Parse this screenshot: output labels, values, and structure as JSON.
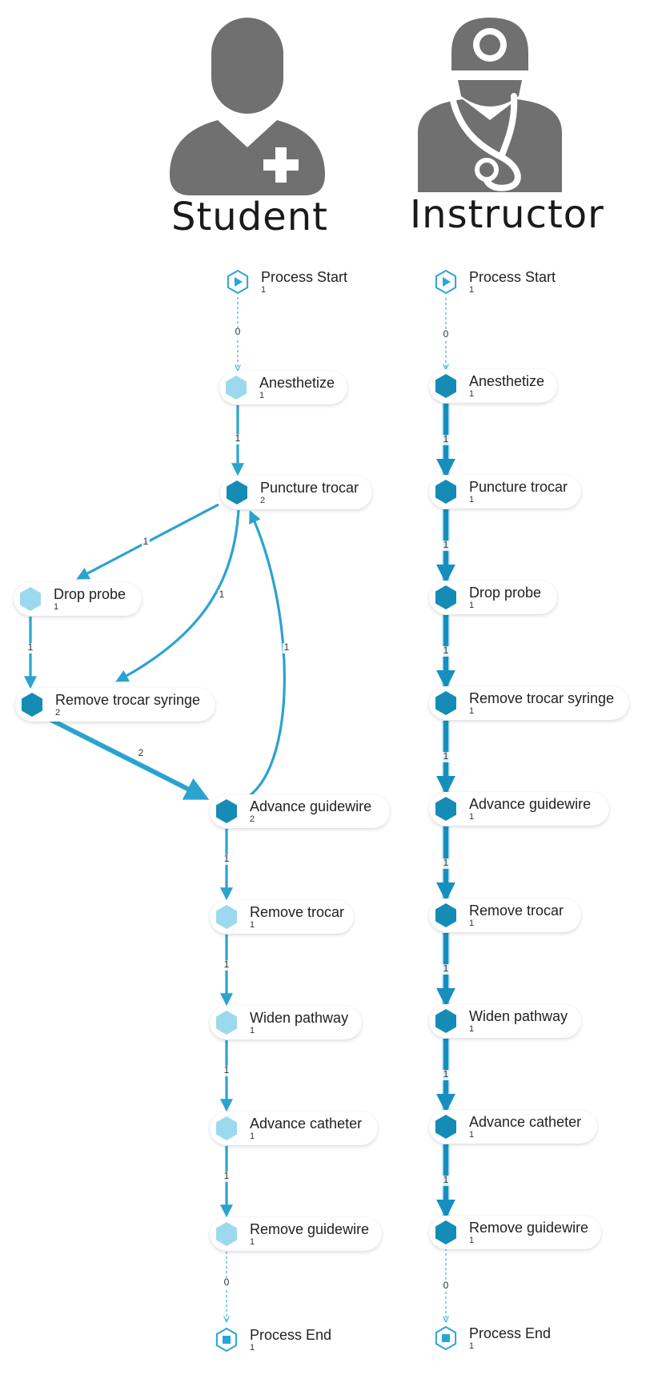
{
  "roles": {
    "student": {
      "label": "Student",
      "icon": "student-nurse-icon"
    },
    "instructor": {
      "label": "Instructor",
      "icon": "doctor-stethoscope-icon"
    }
  },
  "colors": {
    "edge": "#2ba3cf",
    "edge_light": "#9ad4ea",
    "hex_dark": "#148cb5",
    "hex_light": "#9dd9ee",
    "hex_outline": "#2aa6d6",
    "avatar": "#707070"
  },
  "student": {
    "nodes": [
      {
        "id": "start",
        "label": "Process Start",
        "count": "1",
        "kind": "start"
      },
      {
        "id": "anesthetize",
        "label": "Anesthetize",
        "count": "1",
        "kind": "light"
      },
      {
        "id": "puncture",
        "label": "Puncture trocar",
        "count": "2",
        "kind": "dark"
      },
      {
        "id": "drop",
        "label": "Drop probe",
        "count": "1",
        "kind": "light"
      },
      {
        "id": "remove_syringe",
        "label": "Remove trocar syringe",
        "count": "2",
        "kind": "dark"
      },
      {
        "id": "advance_guidewire",
        "label": "Advance guidewire",
        "count": "2",
        "kind": "dark"
      },
      {
        "id": "remove_trocar",
        "label": "Remove trocar",
        "count": "1",
        "kind": "light"
      },
      {
        "id": "widen",
        "label": "Widen pathway",
        "count": "1",
        "kind": "light"
      },
      {
        "id": "advance_catheter",
        "label": "Advance catheter",
        "count": "1",
        "kind": "light"
      },
      {
        "id": "remove_guidewire",
        "label": "Remove guidewire",
        "count": "1",
        "kind": "light"
      },
      {
        "id": "end",
        "label": "Process End",
        "count": "1",
        "kind": "end"
      }
    ],
    "edges": [
      {
        "from": "start",
        "to": "anesthetize",
        "label": "0",
        "style": "dashed"
      },
      {
        "from": "anesthetize",
        "to": "puncture",
        "label": "1",
        "style": "normal"
      },
      {
        "from": "puncture",
        "to": "drop",
        "label": "1",
        "style": "normal"
      },
      {
        "from": "puncture",
        "to": "remove_syringe",
        "label": "1",
        "style": "curved"
      },
      {
        "from": "drop",
        "to": "remove_syringe",
        "label": "1",
        "style": "normal"
      },
      {
        "from": "remove_syringe",
        "to": "advance_guidewire",
        "label": "2",
        "style": "thick"
      },
      {
        "from": "advance_guidewire",
        "to": "puncture",
        "label": "1",
        "style": "curved"
      },
      {
        "from": "advance_guidewire",
        "to": "remove_trocar",
        "label": "1",
        "style": "normal"
      },
      {
        "from": "remove_trocar",
        "to": "widen",
        "label": "1",
        "style": "normal"
      },
      {
        "from": "widen",
        "to": "advance_catheter",
        "label": "1",
        "style": "normal"
      },
      {
        "from": "advance_catheter",
        "to": "remove_guidewire",
        "label": "1",
        "style": "normal"
      },
      {
        "from": "remove_guidewire",
        "to": "end",
        "label": "0",
        "style": "dashed"
      }
    ]
  },
  "instructor": {
    "nodes": [
      {
        "id": "start",
        "label": "Process Start",
        "count": "1",
        "kind": "start"
      },
      {
        "id": "anesthetize",
        "label": "Anesthetize",
        "count": "1",
        "kind": "dark"
      },
      {
        "id": "puncture",
        "label": "Puncture trocar",
        "count": "1",
        "kind": "dark"
      },
      {
        "id": "drop",
        "label": "Drop probe",
        "count": "1",
        "kind": "dark"
      },
      {
        "id": "remove_syringe",
        "label": "Remove trocar syringe",
        "count": "1",
        "kind": "dark"
      },
      {
        "id": "advance_guidewire",
        "label": "Advance guidewire",
        "count": "1",
        "kind": "dark"
      },
      {
        "id": "remove_trocar",
        "label": "Remove trocar",
        "count": "1",
        "kind": "dark"
      },
      {
        "id": "widen",
        "label": "Widen pathway",
        "count": "1",
        "kind": "dark"
      },
      {
        "id": "advance_catheter",
        "label": "Advance catheter",
        "count": "1",
        "kind": "dark"
      },
      {
        "id": "remove_guidewire",
        "label": "Remove guidewire",
        "count": "1",
        "kind": "dark"
      },
      {
        "id": "end",
        "label": "Process End",
        "count": "1",
        "kind": "end"
      }
    ],
    "edges": [
      {
        "from": "start",
        "to": "anesthetize",
        "label": "0",
        "style": "dashed"
      },
      {
        "from": "anesthetize",
        "to": "puncture",
        "label": "1",
        "style": "thick"
      },
      {
        "from": "puncture",
        "to": "drop",
        "label": "1",
        "style": "thick"
      },
      {
        "from": "drop",
        "to": "remove_syringe",
        "label": "1",
        "style": "thick"
      },
      {
        "from": "remove_syringe",
        "to": "advance_guidewire",
        "label": "1",
        "style": "thick"
      },
      {
        "from": "advance_guidewire",
        "to": "remove_trocar",
        "label": "1",
        "style": "thick"
      },
      {
        "from": "remove_trocar",
        "to": "widen",
        "label": "1",
        "style": "thick"
      },
      {
        "from": "widen",
        "to": "advance_catheter",
        "label": "1",
        "style": "thick"
      },
      {
        "from": "advance_catheter",
        "to": "remove_guidewire",
        "label": "1",
        "style": "thick"
      },
      {
        "from": "remove_guidewire",
        "to": "end",
        "label": "0",
        "style": "dashed"
      }
    ]
  }
}
